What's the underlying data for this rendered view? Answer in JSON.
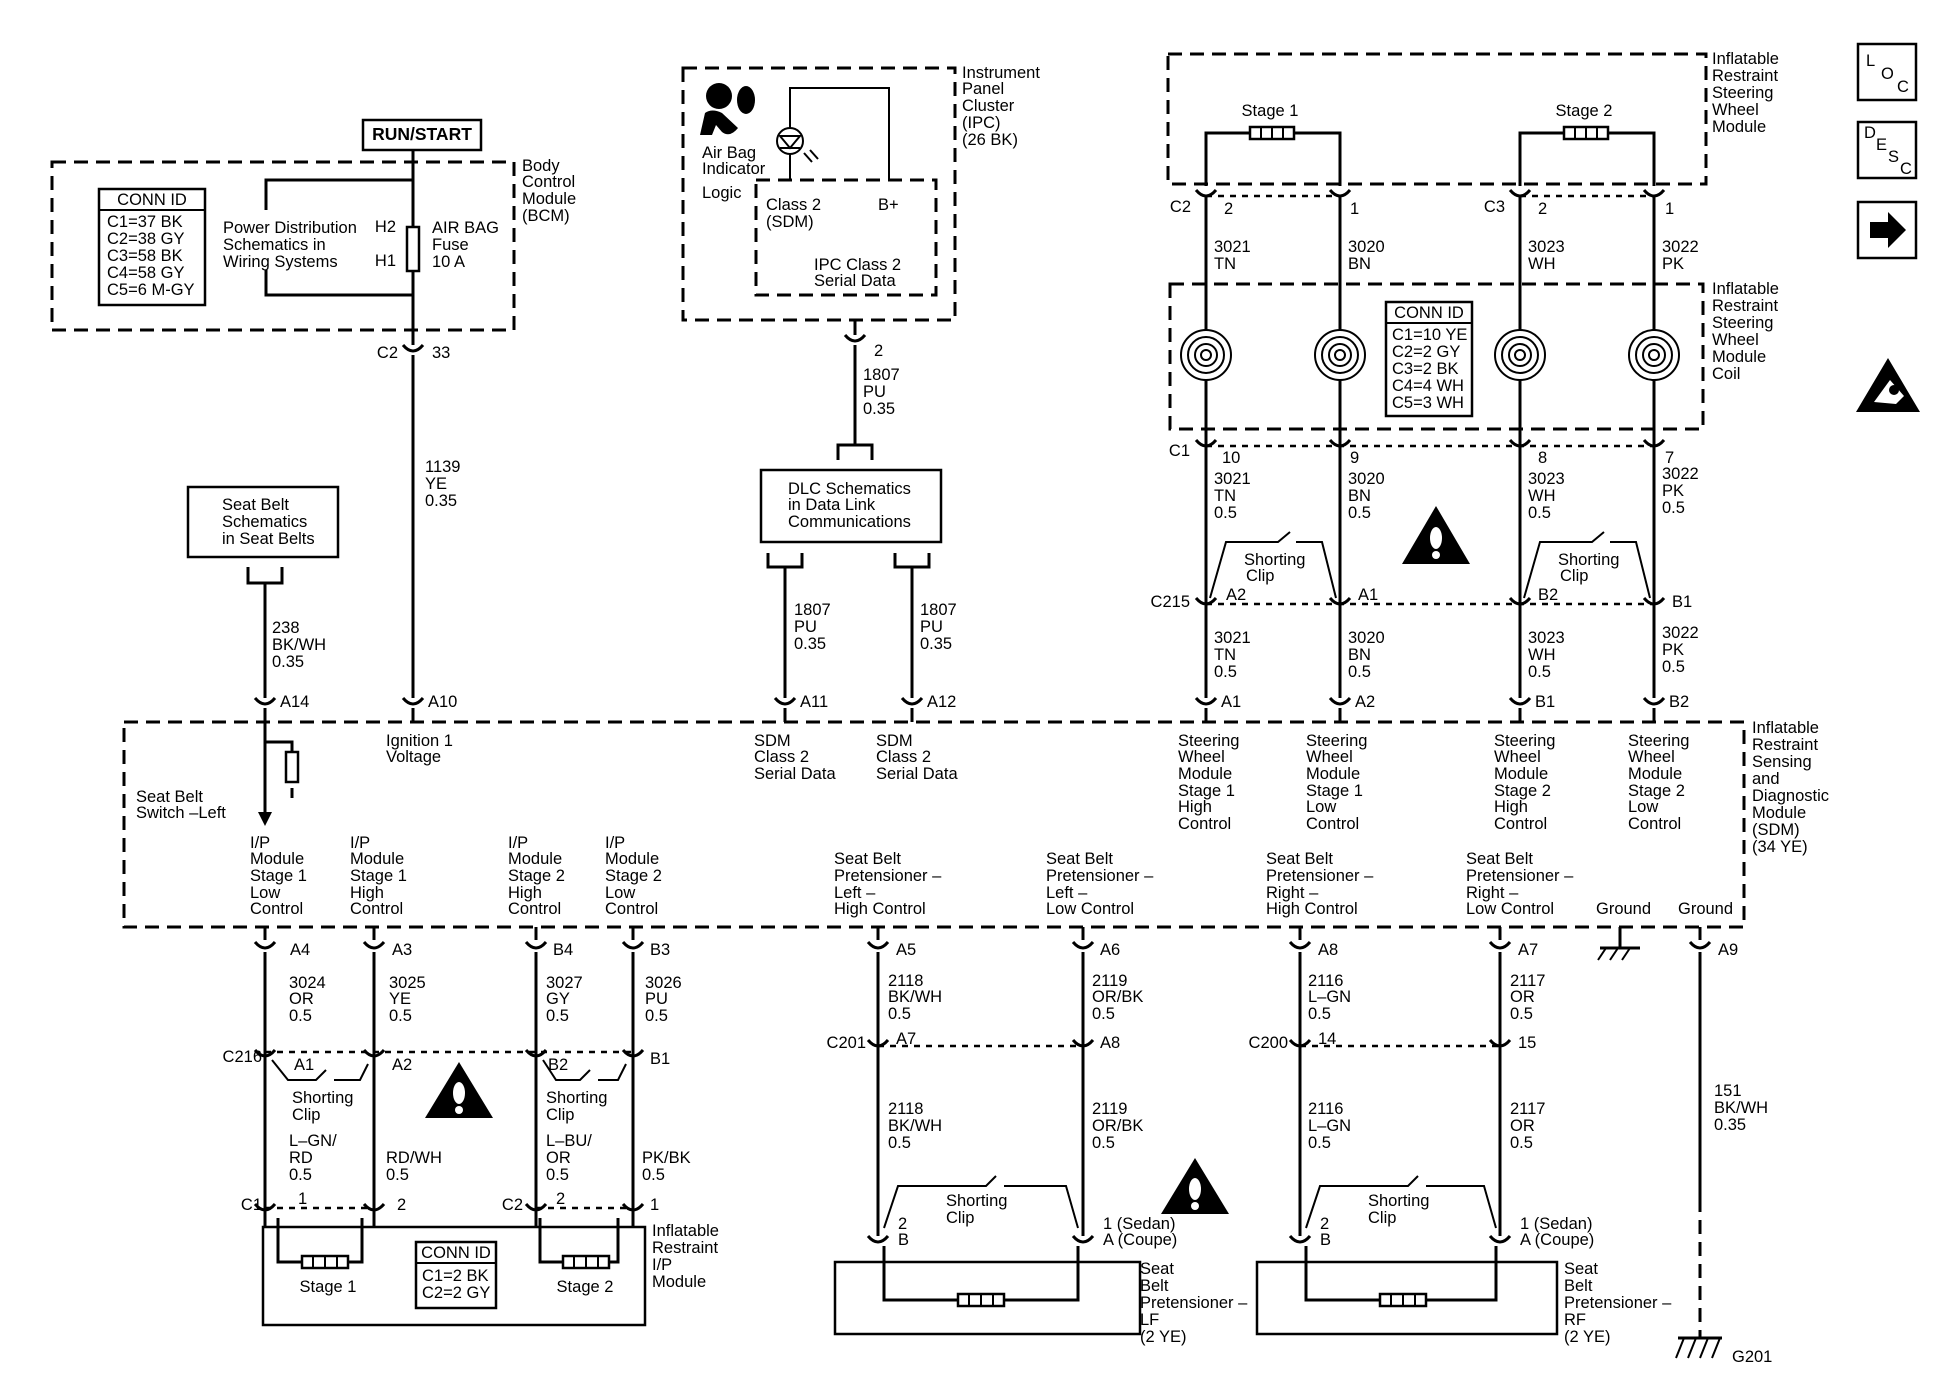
{
  "run_start": "RUN/START",
  "bcm": {
    "name": [
      "Body",
      "Control",
      "Module",
      "(BCM)"
    ],
    "conn_title": "CONN ID",
    "conn": [
      "C1=37 BK",
      "C2=38 GY",
      "C3=58 BK",
      "C4=58 GY",
      "C5=6 M-GY"
    ],
    "power_ref": [
      "Power Distribution",
      "Schematics in",
      "Wiring Systems"
    ],
    "fuse_top": "H2",
    "fuse_bottom": "H1",
    "fuse": [
      "AIR BAG",
      "Fuse",
      "10 A"
    ],
    "conn_c2": "C2",
    "pin": "33"
  },
  "ipc": {
    "name": [
      "Instrument",
      "Panel",
      "Cluster",
      "(IPC)",
      "(26 BK)"
    ],
    "indicator": [
      "Air Bag",
      "Indicator"
    ],
    "logic": "Logic",
    "class2": [
      "Class 2",
      "(SDM)"
    ],
    "bplus": "B+",
    "serial": [
      "IPC Class 2",
      "Serial Data"
    ],
    "pin": "2",
    "wire": [
      "1807",
      "PU",
      "0.35"
    ]
  },
  "dlc": {
    "text": [
      "DLC Schematics",
      "in Data Link",
      "Communications"
    ],
    "wire_l": [
      "1807",
      "PU",
      "0.35"
    ],
    "wire_r": [
      "1807",
      "PU",
      "0.35"
    ]
  },
  "seatbelt_ref": {
    "text": [
      "Seat Belt",
      "Schematics",
      "in Seat Belts"
    ],
    "wire": [
      "238",
      "BK/WH",
      "0.35"
    ]
  },
  "ign_wire": [
    "1139",
    "YE",
    "0.35"
  ],
  "sw_module": {
    "name": [
      "Inflatable",
      "Restraint",
      "Steering",
      "Wheel",
      "Module"
    ],
    "stage1": "Stage 1",
    "stage2": "Stage 2",
    "c2": "C2",
    "c3": "C3",
    "pins": [
      "2",
      "1",
      "2",
      "1"
    ],
    "wires": [
      [
        "3021",
        "TN"
      ],
      [
        "3020",
        "BN"
      ],
      [
        "3023",
        "WH"
      ],
      [
        "3022",
        "PK"
      ]
    ]
  },
  "coil": {
    "name": [
      "Inflatable",
      "Restraint",
      "Steering",
      "Wheel",
      "Module",
      "Coil"
    ],
    "conn_title": "CONN ID",
    "conn": [
      "C1=10 YE",
      "C2=2 GY",
      "C3=2 BK",
      "C4=4 WH",
      "C5=3 WH"
    ],
    "c1": "C1",
    "pins": [
      "10",
      "9",
      "8",
      "7"
    ],
    "wires": [
      [
        "3021",
        "TN",
        "0.5"
      ],
      [
        "3020",
        "BN",
        "0.5"
      ],
      [
        "3023",
        "WH",
        "0.5"
      ],
      [
        "3022",
        "PK",
        "0.5"
      ]
    ]
  },
  "c215": {
    "label": "C215",
    "pins": [
      "A2",
      "A1",
      "B2",
      "B1"
    ],
    "clip": [
      "Shorting",
      "Clip"
    ],
    "wires": [
      [
        "3021",
        "TN",
        "0.5"
      ],
      [
        "3020",
        "BN",
        "0.5"
      ],
      [
        "3023",
        "WH",
        "0.5"
      ],
      [
        "3022",
        "PK",
        "0.5"
      ]
    ]
  },
  "sdm": {
    "name": [
      "Inflatable",
      "Restraint",
      "Sensing",
      "and",
      "Diagnostic",
      "Module",
      "(SDM)",
      "(34 YE)"
    ],
    "top_pins": [
      "A14",
      "A10",
      "A11",
      "A12",
      "A1",
      "A2",
      "B1",
      "B2"
    ],
    "switch_label": [
      "Seat Belt",
      "Switch –Left"
    ],
    "ign": [
      "Ignition 1",
      "Voltage"
    ],
    "sdm_serial_1": [
      "SDM",
      "Class 2",
      "Serial Data"
    ],
    "sdm_serial_2": [
      "SDM",
      "Class 2",
      "Serial Data"
    ],
    "sw_ctrl": [
      [
        "Steering",
        "Wheel",
        "Module",
        "Stage 1",
        "High",
        "Control"
      ],
      [
        "Steering",
        "Wheel",
        "Module",
        "Stage 1",
        "Low",
        "Control"
      ],
      [
        "Steering",
        "Wheel",
        "Module",
        "Stage 2",
        "High",
        "Control"
      ],
      [
        "Steering",
        "Wheel",
        "Module",
        "Stage 2",
        "Low",
        "Control"
      ]
    ],
    "ip_ctrl": [
      [
        "I/P",
        "Module",
        "Stage 1",
        "Low",
        "Control"
      ],
      [
        "I/P",
        "Module",
        "Stage 1",
        "High",
        "Control"
      ],
      [
        "I/P",
        "Module",
        "Stage 2",
        "High",
        "Control"
      ],
      [
        "I/P",
        "Module",
        "Stage 2",
        "Low",
        "Control"
      ]
    ],
    "pret_ctrl": [
      [
        "Seat Belt",
        "Pretensioner –",
        "Left –",
        "High Control"
      ],
      [
        "Seat Belt",
        "Pretensioner –",
        "Left –",
        "Low Control"
      ],
      [
        "Seat Belt",
        "Pretensioner –",
        "Right –",
        "High Control"
      ],
      [
        "Seat Belt",
        "Pretensioner –",
        "Right –",
        "Low Control"
      ]
    ],
    "ground1": "Ground",
    "ground2": "Ground",
    "bottom_pins": [
      "A4",
      "A3",
      "B4",
      "B3",
      "A5",
      "A6",
      "A8",
      "A7",
      "A9"
    ]
  },
  "ip_wires": [
    [
      "3024",
      "OR",
      "0.5"
    ],
    [
      "3025",
      "YE",
      "0.5"
    ],
    [
      "3027",
      "GY",
      "0.5"
    ],
    [
      "3026",
      "PU",
      "0.5"
    ]
  ],
  "c216": {
    "label": "C216",
    "pins": [
      "A1",
      "A2",
      "B2",
      "B1"
    ],
    "clip": [
      "Shorting",
      "Clip"
    ],
    "wires": [
      [
        "L–GN/",
        "RD",
        "0.5"
      ],
      [
        "RD/WH",
        "0.5"
      ],
      [
        "L–BU/",
        "OR",
        "0.5"
      ],
      [
        "PK/BK",
        "0.5"
      ]
    ]
  },
  "ip_module": {
    "name": [
      "Inflatable",
      "Restraint",
      "I/P",
      "Module"
    ],
    "c1": "C1",
    "c2": "C2",
    "pins": [
      "1",
      "2",
      "2",
      "1"
    ],
    "stage1": "Stage 1",
    "stage2": "Stage 2",
    "conn_title": "CONN ID",
    "conn": [
      "C1=2 BK",
      "C2=2 GY"
    ]
  },
  "pret_wires": [
    [
      "2118",
      "BK/WH",
      "0.5"
    ],
    [
      "2119",
      "OR/BK",
      "0.5"
    ],
    [
      "2116",
      "L–GN",
      "0.5"
    ],
    [
      "2117",
      "OR",
      "0.5"
    ]
  ],
  "c201": {
    "label": "C201",
    "pins": [
      "A7",
      "A8"
    ]
  },
  "c200": {
    "label": "C200",
    "pins": [
      "14",
      "15"
    ]
  },
  "pret_wires2": [
    [
      "2118",
      "BK/WH",
      "0.5"
    ],
    [
      "2119",
      "OR/BK",
      "0.5"
    ],
    [
      "2116",
      "L–GN",
      "0.5"
    ],
    [
      "2117",
      "OR",
      "0.5"
    ]
  ],
  "pret_lf": {
    "clip": [
      "Shorting",
      "Clip"
    ],
    "pin_l": [
      "2",
      "B"
    ],
    "pin_r": [
      "1 (Sedan)",
      "A (Coupe)"
    ],
    "name": [
      "Seat",
      "Belt",
      "Pretensioner –",
      "LF",
      "(2 YE)"
    ]
  },
  "pret_rf": {
    "clip": [
      "Shorting",
      "Clip"
    ],
    "pin_l": [
      "2",
      "B"
    ],
    "pin_r": [
      "1 (Sedan)",
      "A (Coupe)"
    ],
    "name": [
      "Seat",
      "Belt",
      "Pretensioner –",
      "RF",
      "(2 YE)"
    ]
  },
  "ground_wire": [
    "151",
    "BK/WH",
    "0.35"
  ],
  "ground_label": "G201",
  "nav": {
    "loc": [
      "L",
      "O",
      "C"
    ],
    "desc": [
      "D",
      "E",
      "S",
      "C"
    ]
  }
}
